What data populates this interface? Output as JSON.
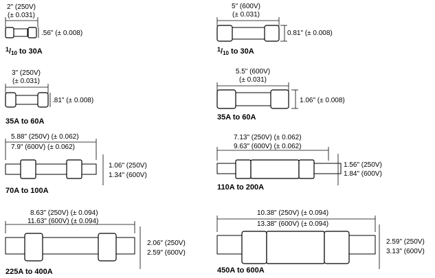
{
  "title": "",
  "items": [
    {
      "length_lines": [
        "2\" (250V)",
        "(± 0.031)"
      ],
      "diameter_lines": [
        ".56\" (± 0.008)"
      ],
      "range": "1/10 to 30A",
      "range_parts": {
        "num": "1",
        "den": "10",
        "rest": " to 30A"
      }
    },
    {
      "length_lines": [
        "5\" (600V)",
        "(± 0.031)"
      ],
      "diameter_lines": [
        "0.81\" (± 0.008)"
      ],
      "range": "1/10 to 30A",
      "range_parts": {
        "num": "1",
        "den": "10",
        "rest": " to 30A"
      }
    },
    {
      "length_lines": [
        "3\" (250V)",
        "(± 0.031)"
      ],
      "diameter_lines": [
        ".81\" (± 0.008)"
      ],
      "range": "35A to 60A"
    },
    {
      "length_lines": [
        "5.5\"  (600V)",
        "(± 0.031)"
      ],
      "diameter_lines": [
        "1.06\" (± 0.008)"
      ],
      "range": "35A to 60A"
    },
    {
      "length_lines": [
        "5.88\" (250V) (± 0.062)",
        "7.9\"   (600V) (± 0.062)"
      ],
      "diameter_lines": [
        "1.06\" (250V)",
        "1.34\" (600V)"
      ],
      "range": "70A to 100A"
    },
    {
      "length_lines": [
        "7.13\" (250V) (± 0.062)",
        "9.63\" (600V) (± 0.062)"
      ],
      "diameter_lines": [
        "1.56\" (250V)",
        "1.84\" (600V)"
      ],
      "range": "110A to 200A"
    },
    {
      "length_lines": [
        "8.63\" (250V) (± 0.094)",
        "11.63\" (600V) (± 0.094)"
      ],
      "diameter_lines": [
        "2.06\" (250V)",
        "2.59\" (600V)"
      ],
      "range": "225A to 400A"
    },
    {
      "length_lines": [
        "10.38\" (250V) (± 0.094)",
        "13.38\" (600V) (± 0.094)"
      ],
      "diameter_lines": [
        "2.59\" (250V)",
        "3.13\" (600V)"
      ],
      "range": "450A to 600A"
    }
  ]
}
